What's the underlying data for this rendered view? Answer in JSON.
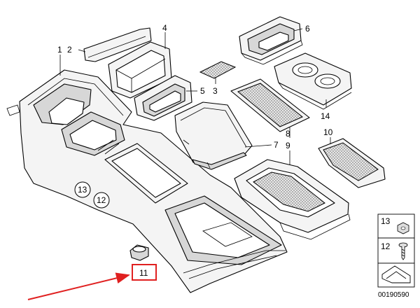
{
  "callouts": {
    "c1": "1",
    "c2": "2",
    "c3": "3",
    "c4": "4",
    "c5": "5",
    "c6": "6",
    "c7": "7",
    "c8": "8",
    "c9": "9",
    "c10": "10",
    "c11": "11",
    "c12": "12",
    "c13": "13",
    "c14": "14"
  },
  "legend": {
    "item_top": "13",
    "item_middle": "12"
  },
  "diagram_id": "00190590",
  "colors": {
    "line": "#000000",
    "highlight_box": "#e02020",
    "arrow": "#e02020",
    "part_fill": "#f4f4f4",
    "shade_fill": "#d7d7d7"
  }
}
